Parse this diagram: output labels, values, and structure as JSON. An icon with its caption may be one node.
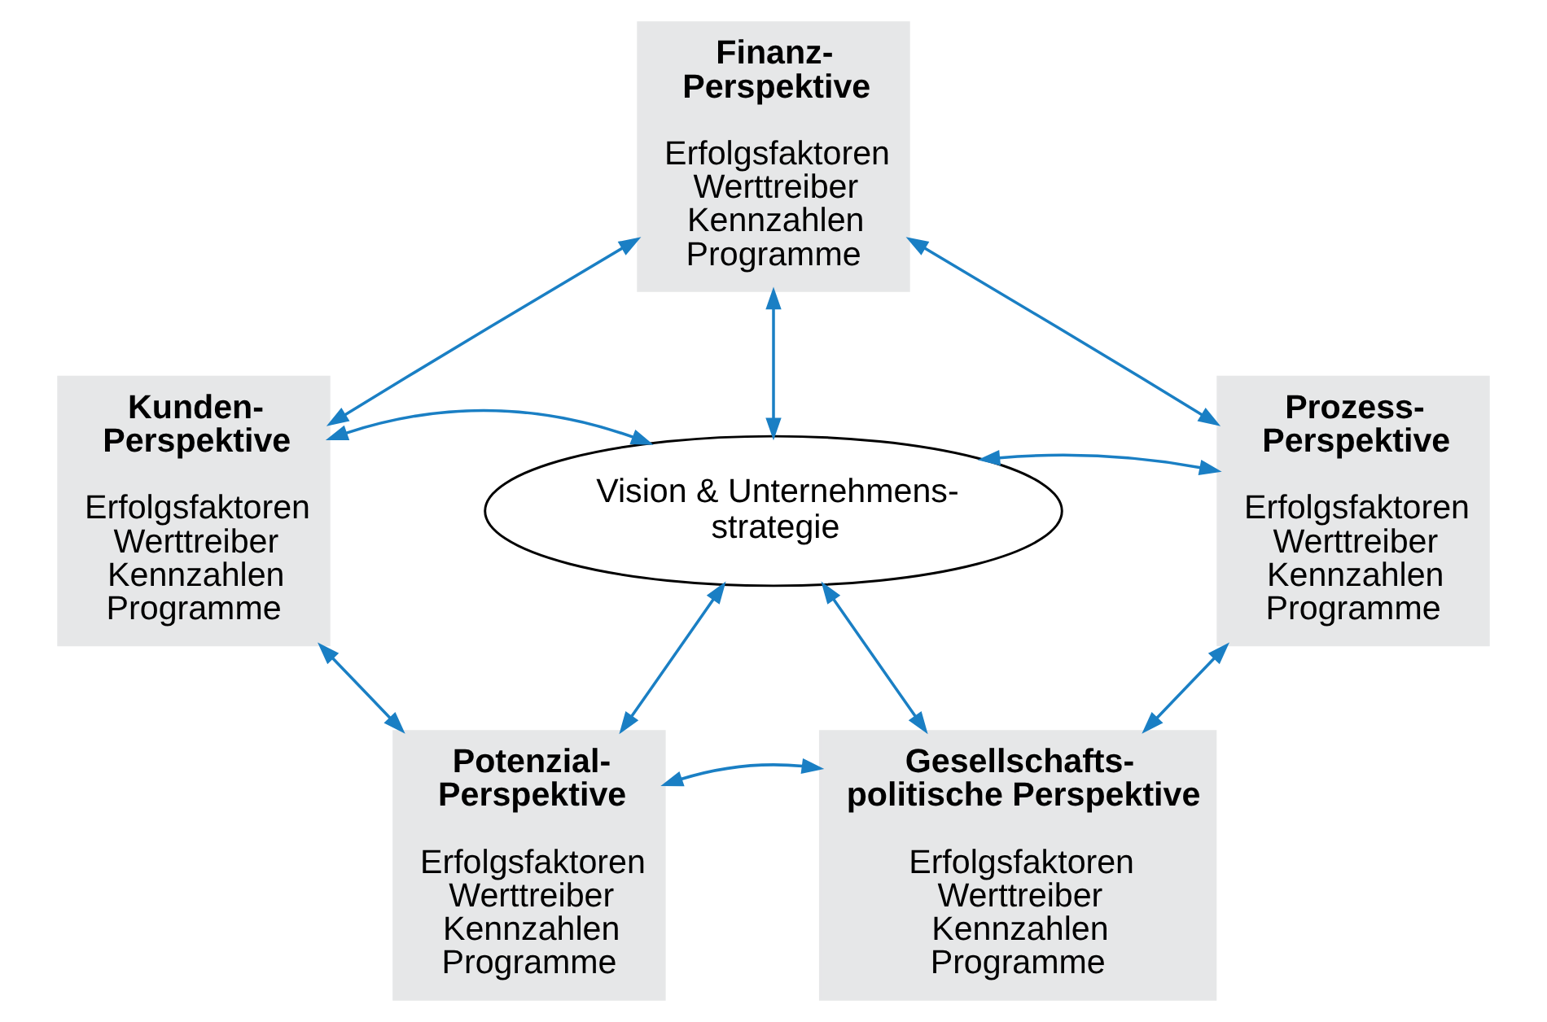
{
  "diagram": {
    "nodes": [
      {
        "text": [
          "Finanz- Perspektive",
          "Erfolgsfaktoren",
          "Werttreiber",
          "Kennzahlen",
          "Programme"
        ]
      },
      {
        "text": [
          "Kunden- Perspektive",
          "Erfolgsfaktoren",
          "Werttreiber",
          "Kennzahlen",
          "Programme"
        ]
      },
      {
        "text": [
          "Vision & Unternehmens- strategie"
        ]
      },
      {
        "text": [
          "Prozess- Perspektive",
          "Erfolgsfaktoren",
          "Werttreiber",
          "Kennzahlen",
          "Programme"
        ]
      },
      {
        "text": [
          "Potenzial- Perspektive",
          "Erfolgsfaktoren",
          "Werttreiber",
          "Kennzahlen",
          "Programme"
        ]
      },
      {
        "text": [
          "Gesellschafts- politische Perspektive",
          "Erfolgsfaktoren",
          "Werttreiber",
          "Kennzahlen",
          "Programme"
        ]
      }
    ],
    "edges": [
      {
        "from": 0,
        "to": 1,
        "arrow": "both"
      },
      {
        "from": 0,
        "to": 3,
        "arrow": "both"
      },
      {
        "from": 0,
        "to": 2,
        "arrow": "both"
      },
      {
        "from": 1,
        "to": 2,
        "arrow": "both"
      },
      {
        "from": 2,
        "to": 3,
        "arrow": "both"
      },
      {
        "from": 4,
        "to": 2,
        "arrow": "both"
      },
      {
        "from": 2,
        "to": 5,
        "arrow": "both"
      },
      {
        "from": 1,
        "to": 4,
        "arrow": "both"
      },
      {
        "from": 4,
        "to": 5,
        "arrow": "both"
      },
      {
        "from": 3,
        "to": 5,
        "arrow": "both"
      }
    ]
  }
}
